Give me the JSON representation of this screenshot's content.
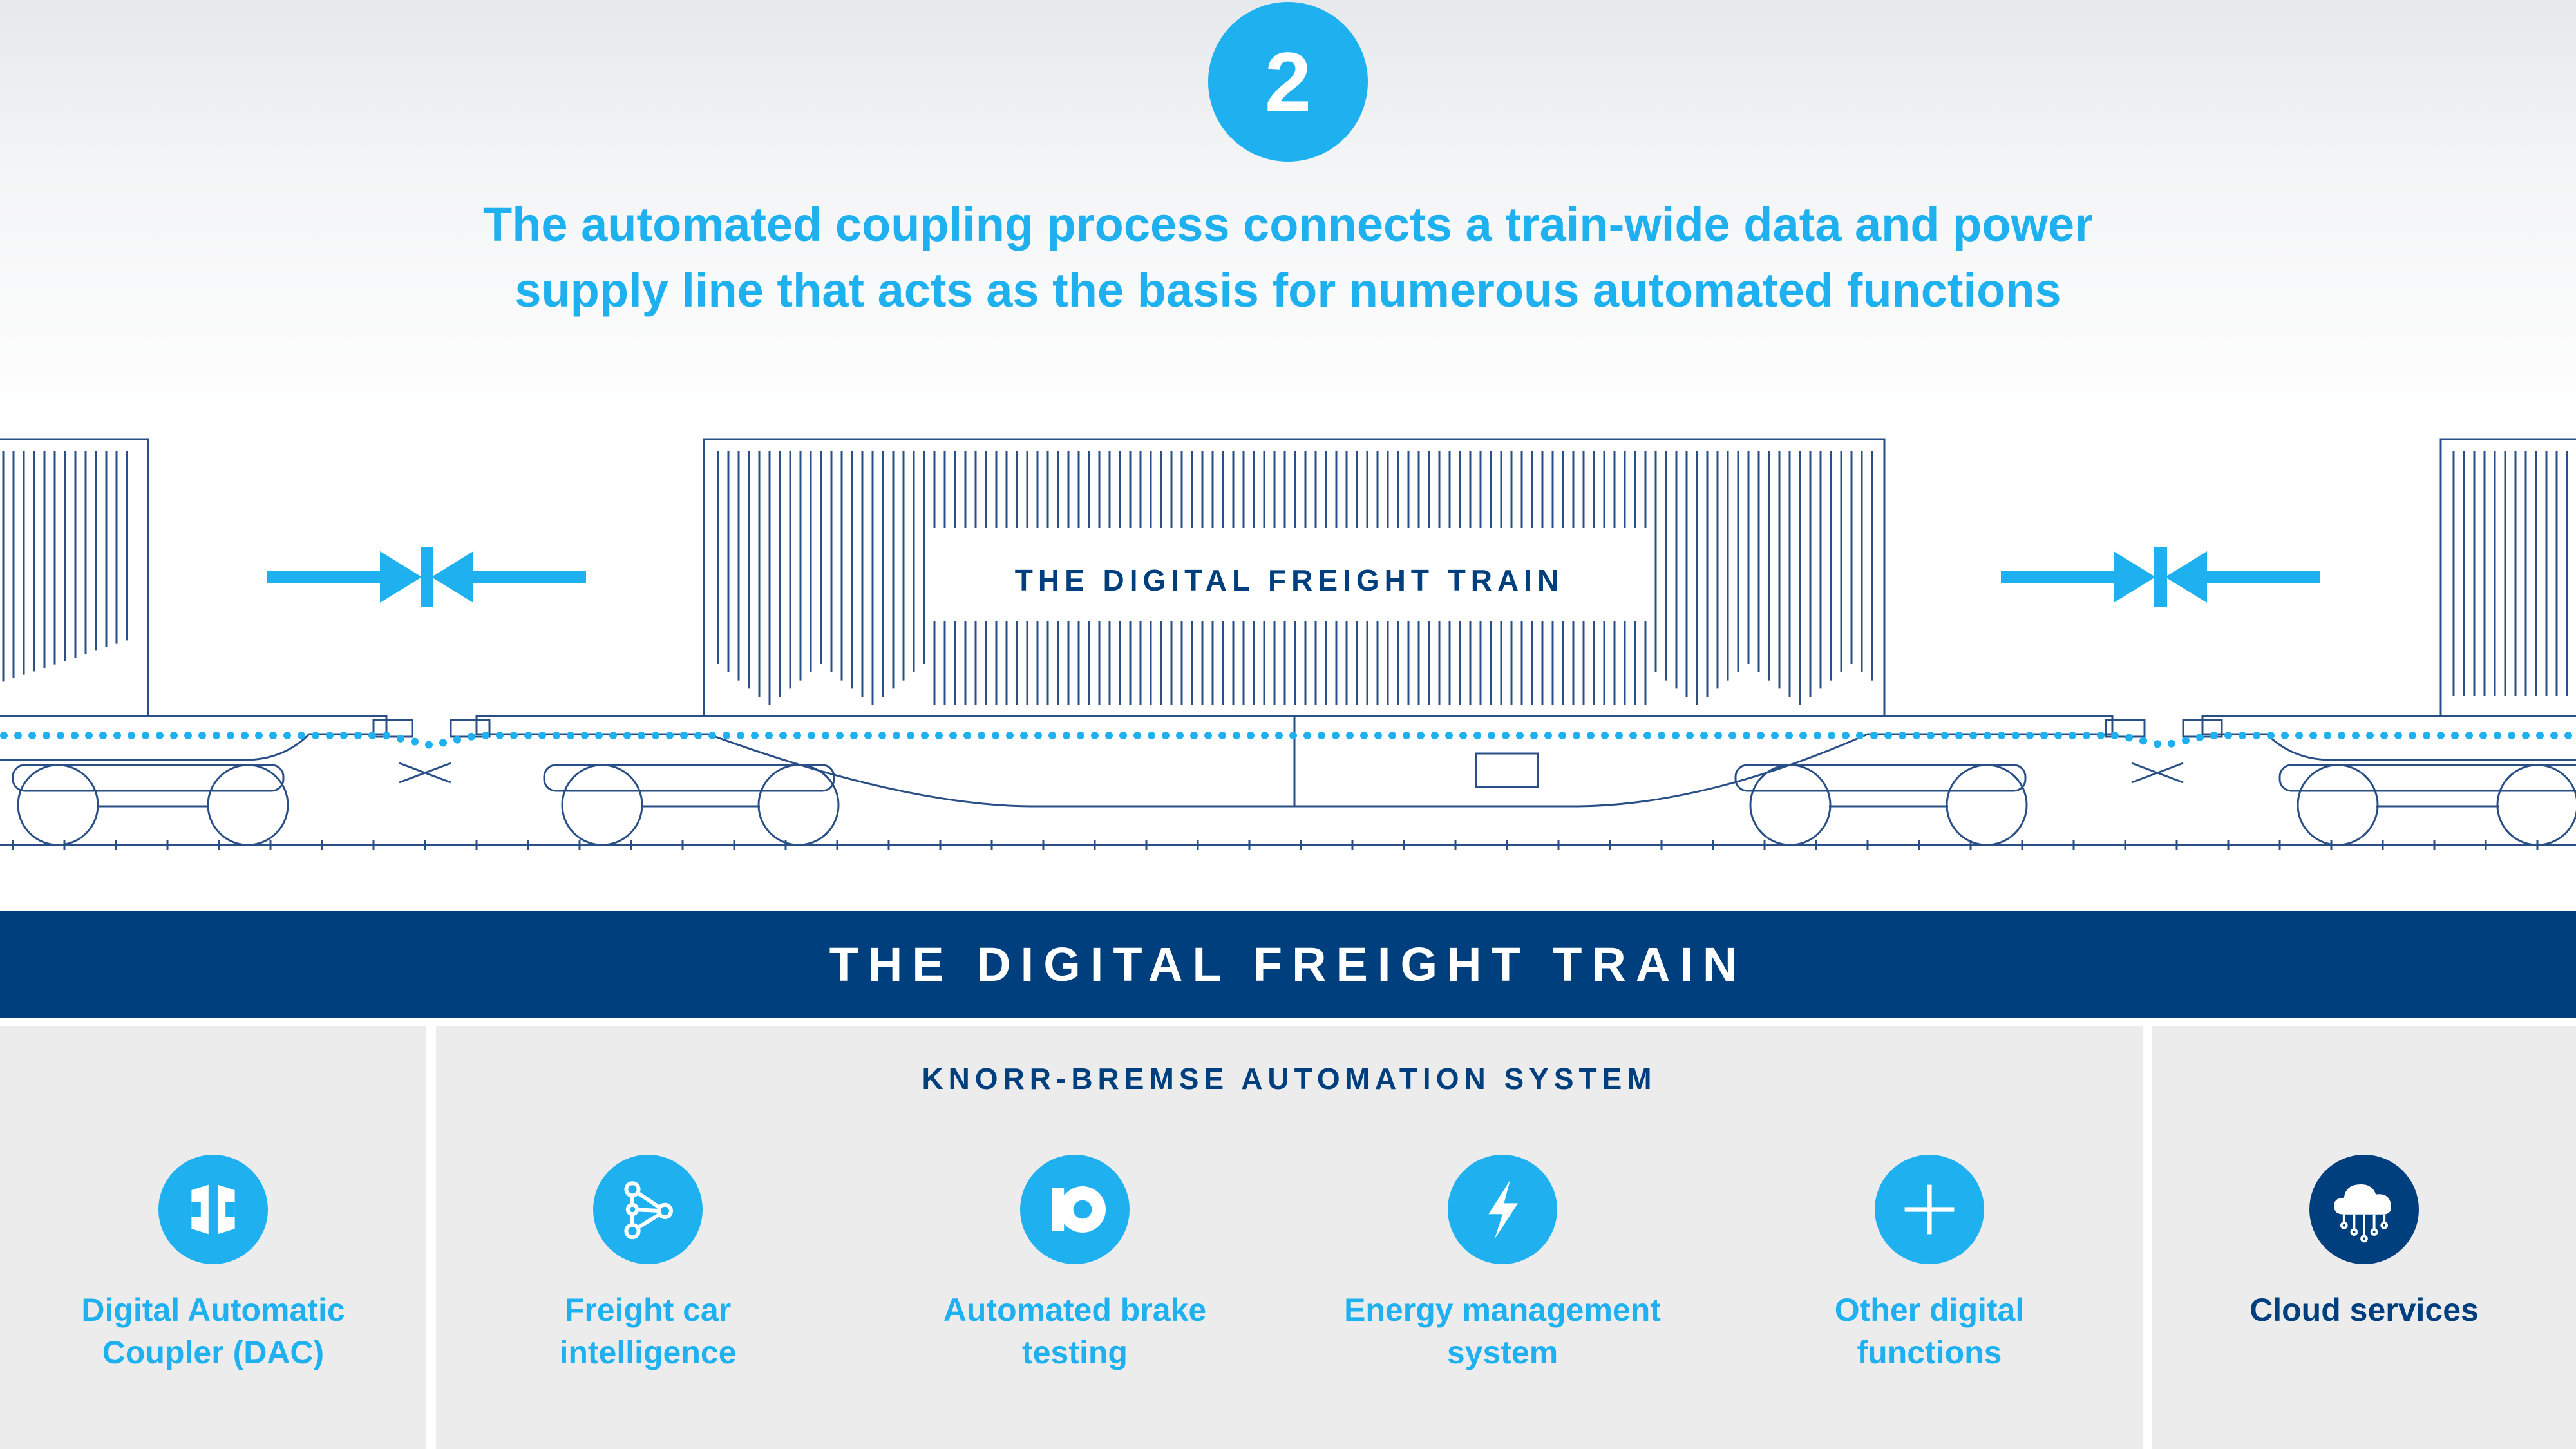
{
  "step": {
    "number": "2"
  },
  "headline": {
    "line1": "The automated coupling process connects a train-wide data and power",
    "line2": "supply line that acts as the basis for numerous automated functions"
  },
  "container": {
    "label": "THE DIGITAL FREIGHT TRAIN"
  },
  "banner": {
    "title": "THE DIGITAL FREIGHT TRAIN"
  },
  "system": {
    "title": "KNORR-BREMSE AUTOMATION SYSTEM"
  },
  "items": [
    {
      "line1": "Digital Automatic",
      "line2": "Coupler (DAC)",
      "icon": "coupler-icon"
    },
    {
      "line1": "Freight car",
      "line2": "intelligence",
      "icon": "network-icon"
    },
    {
      "line1": "Automated brake",
      "line2": "testing",
      "icon": "brake-disc-icon"
    },
    {
      "line1": "Energy management",
      "line2": "system",
      "icon": "lightning-icon"
    },
    {
      "line1": "Other digital",
      "line2": "functions",
      "icon": "plus-icon"
    },
    {
      "line1": "Cloud services",
      "line2": "",
      "icon": "cloud-icon"
    }
  ],
  "colors": {
    "accent": "#1fb0f0",
    "navy": "#003f7d",
    "line": "#2a4f86",
    "panel": "#ececec"
  }
}
